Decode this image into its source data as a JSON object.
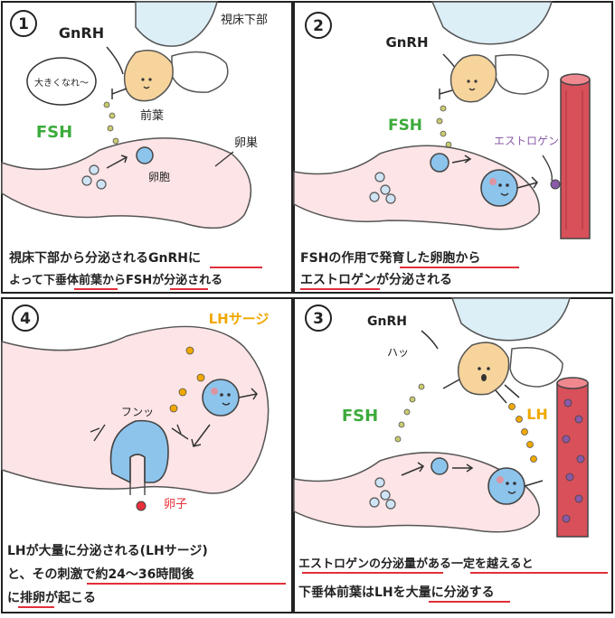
{
  "panels": {
    "p1": {
      "number": "1",
      "labels": {
        "gnrh": "GnRH",
        "hypothalamus": "視床下部",
        "speech": "大きくなれ〜",
        "anterior": "前葉",
        "fsh": "FSH",
        "ovary": "卵巣",
        "follicle": "卵胞"
      },
      "caption_line1": "視床下部から分泌されるGnRHに",
      "caption_line2": "よって下垂体前葉からFSHが分泌される"
    },
    "p2": {
      "number": "2",
      "labels": {
        "gnrh": "GnRH",
        "fsh": "FSH",
        "estrogen": "エストロゲン"
      },
      "caption_line1": "FSHの作用で発育した卵胞から",
      "caption_line2": "エストロゲンが分泌される"
    },
    "p3": {
      "number": "3",
      "labels": {
        "gnrh": "GnRH",
        "surprise": "ハッ",
        "fsh": "FSH",
        "lh": "LH"
      },
      "caption_line1": "エストロゲンの分泌量がある一定を越えると",
      "caption_line2": "下垂体前葉はLHを大量に分泌する"
    },
    "p4": {
      "number": "4",
      "labels": {
        "lh_surge": "LHサージ",
        "effort": "フンッ",
        "egg": "卵子"
      },
      "caption_line1": "LHが大量に分泌される(LHサージ)",
      "caption_line2": "と、その刺激で約24〜36時間後",
      "caption_line3": "に排卵が起こる"
    }
  },
  "colors": {
    "fsh": "#3cab3c",
    "lh": "#f0a800",
    "estrogen": "#8a5aa8",
    "underline": "#e0303a",
    "pink_tissue": "#fde4e6",
    "blood_vessel": "#d8505a",
    "pituitary": "#f7d49c",
    "hypothalamus": "#dceef6",
    "follicle": "#8cc4ec",
    "egg_red": "#e8303a"
  }
}
